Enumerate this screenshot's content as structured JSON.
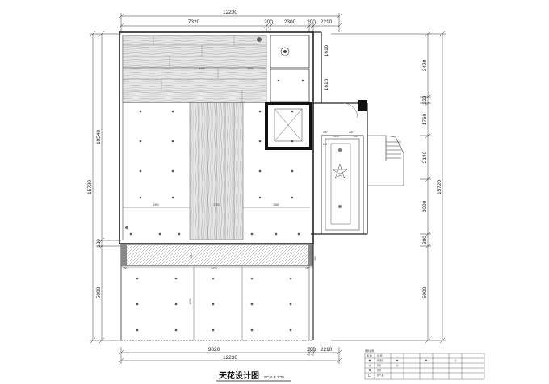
{
  "title": "天花设计图",
  "scale": "SCALE 1:70",
  "dims": {
    "top_total": "12230",
    "top_1": "7320",
    "top_2": "200",
    "top_3": "2300",
    "top_4": "200",
    "top_5": "2210",
    "bot_1": "9820",
    "bot_2": "200",
    "bot_3": "2210",
    "bot_total": "12230",
    "left_total": "15720",
    "left_1": "10540",
    "left_2": "180",
    "left_3": "5000",
    "right_total": "15720",
    "right_1": "3420",
    "right_2": "220",
    "right_3": "1760",
    "right_4": "2140",
    "right_5": "3000",
    "right_6": "380",
    "right_7": "5000",
    "in_1610a": "1610",
    "in_1610b": "1610",
    "in_3390": "3390",
    "in_2750": "2750",
    "in_2680": "2680",
    "in_9420": "9420",
    "in_290a": "290",
    "in_290b": "290",
    "in_400": "400",
    "in_4040": "4040",
    "in_300": "300",
    "in_1110": "1110",
    "in_300b": "300",
    "in_120a": "120",
    "in_120b": "120",
    "in_3400": "3400",
    "in_3500": "3500",
    "in_380": "380"
  },
  "legend": {
    "header": "图例说明：",
    "col1": "图 例",
    "col2": "名 称",
    "row1": "吸顶灯",
    "row2": "筒灯",
    "row3": "射灯",
    "row4": "排气扇"
  }
}
